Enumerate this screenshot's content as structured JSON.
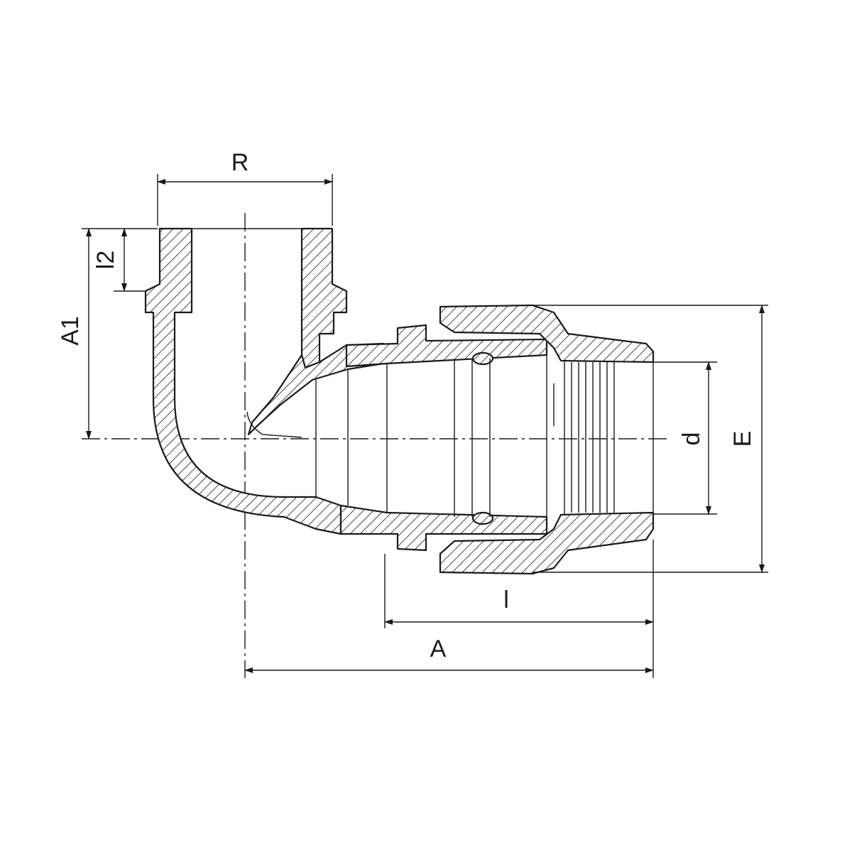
{
  "labels": {
    "R": "R",
    "l2": "l2",
    "A1": "A1",
    "d": "d",
    "E": "E",
    "l": "l",
    "A": "A"
  }
}
